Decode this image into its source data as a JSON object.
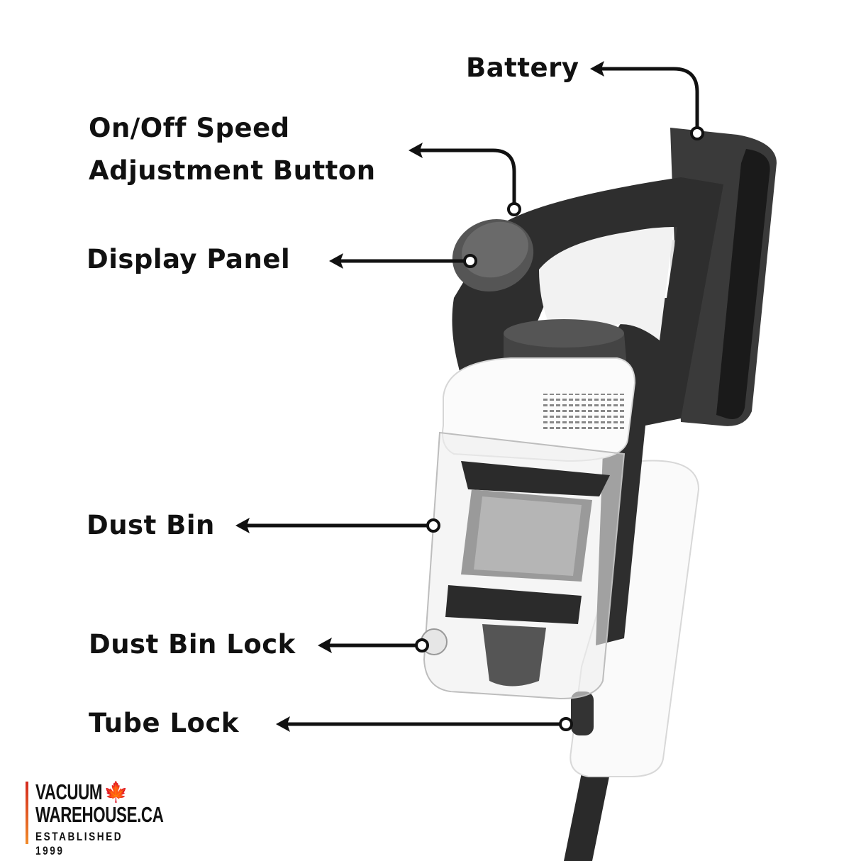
{
  "labels": {
    "battery": "Battery",
    "on_off_line1": "On/Off Speed",
    "on_off_line2": "Adjustment Button",
    "display_panel": "Display Panel",
    "dust_bin": "Dust Bin",
    "dust_bin_lock": "Dust Bin Lock",
    "tube_lock": "Tube Lock"
  },
  "logo": {
    "line1": "VACUUM",
    "line2": "WAREHOUSE.CA",
    "line3": "ESTABLISHED 1999",
    "icon": "maple-leaf-icon",
    "accent": "#d8281c"
  },
  "colors": {
    "text": "#111111",
    "callout": "#111111"
  }
}
